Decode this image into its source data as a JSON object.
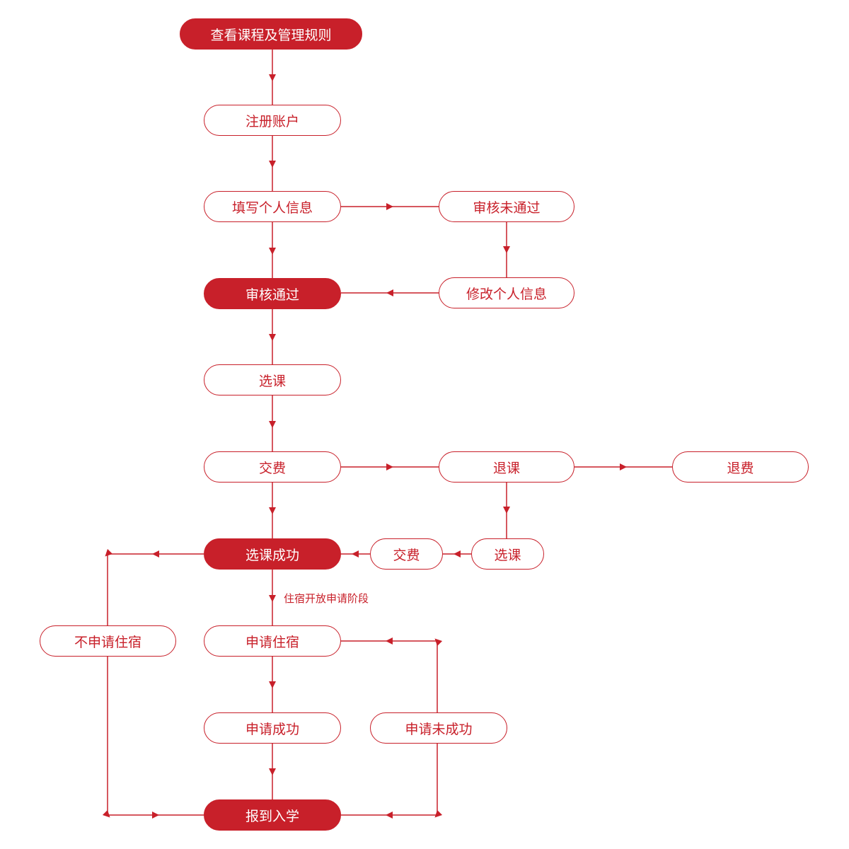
{
  "colors": {
    "accent": "#c8202a",
    "background": "#ffffff"
  },
  "nodes": {
    "view_rules": "查看课程及管理规则",
    "register": "注册账户",
    "fill_info": "填写个人信息",
    "review_failed": "审核未通过",
    "modify_info": "修改个人信息",
    "review_passed": "审核通过",
    "select_course": "选课",
    "pay_fee": "交费",
    "drop_course": "退课",
    "refund": "退费",
    "pay_again": "交费",
    "reselect": "选课",
    "select_success": "选课成功",
    "no_housing": "不申请住宿",
    "apply_housing": "申请住宿",
    "apply_success": "申请成功",
    "apply_failed": "申请未成功",
    "enroll": "报到入学"
  },
  "edge_labels": {
    "housing_phase": "住宿开放申请阶段"
  }
}
